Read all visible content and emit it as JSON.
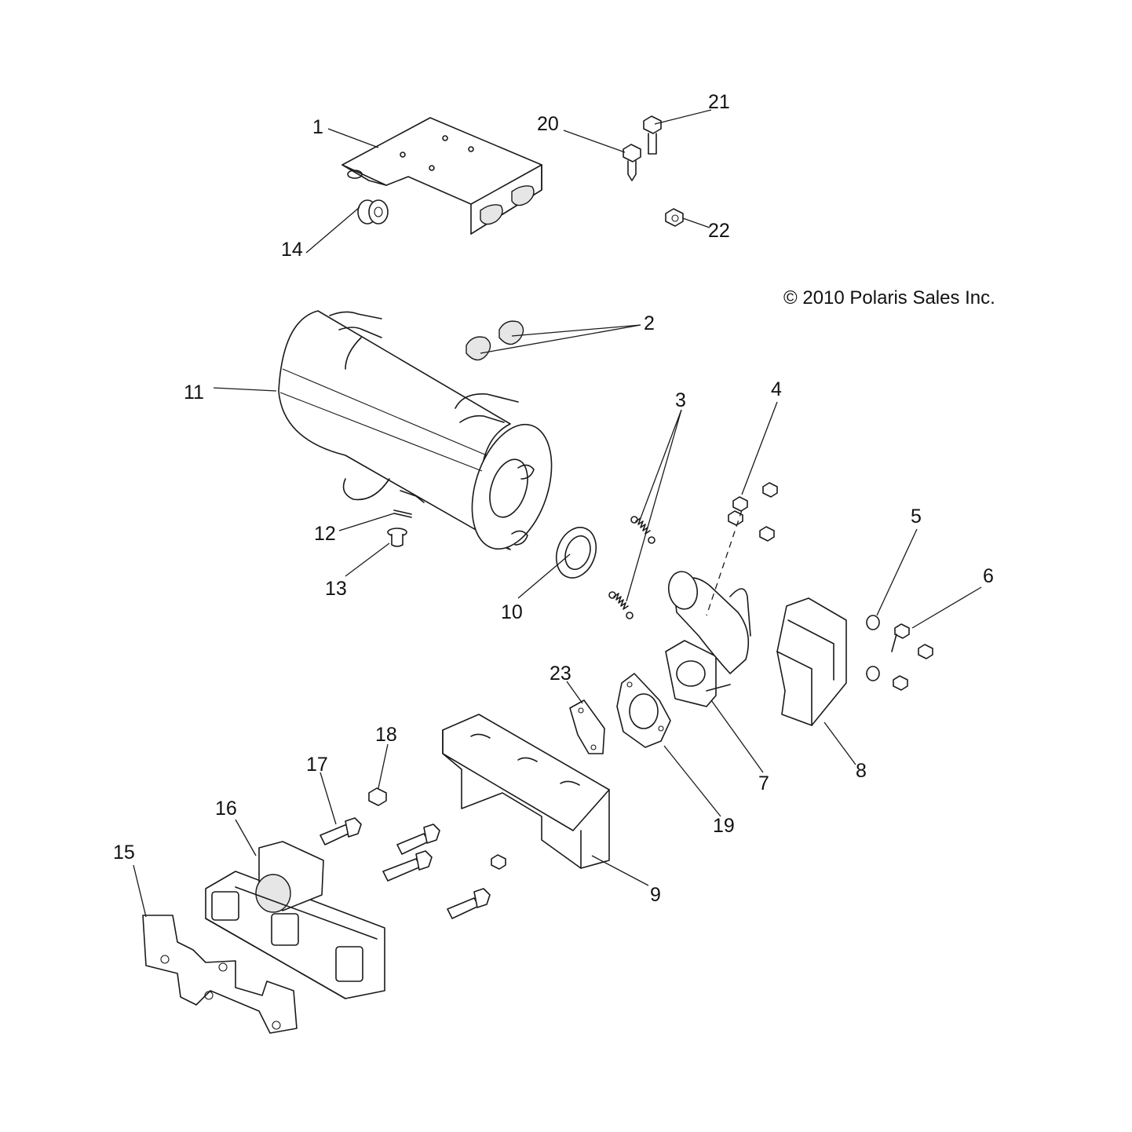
{
  "diagram": {
    "copyright": "© 2010 Polaris Sales Inc.",
    "callouts": [
      {
        "id": "1",
        "label": "1"
      },
      {
        "id": "2",
        "label": "2"
      },
      {
        "id": "3",
        "label": "3"
      },
      {
        "id": "4",
        "label": "4"
      },
      {
        "id": "5",
        "label": "5"
      },
      {
        "id": "6",
        "label": "6"
      },
      {
        "id": "7",
        "label": "7"
      },
      {
        "id": "8",
        "label": "8"
      },
      {
        "id": "9",
        "label": "9"
      },
      {
        "id": "10",
        "label": "10"
      },
      {
        "id": "11",
        "label": "11"
      },
      {
        "id": "12",
        "label": "12"
      },
      {
        "id": "13",
        "label": "13"
      },
      {
        "id": "14",
        "label": "14"
      },
      {
        "id": "15",
        "label": "15"
      },
      {
        "id": "16",
        "label": "16"
      },
      {
        "id": "17",
        "label": "17"
      },
      {
        "id": "18",
        "label": "18"
      },
      {
        "id": "19",
        "label": "19"
      },
      {
        "id": "20",
        "label": "20"
      },
      {
        "id": "21",
        "label": "21"
      },
      {
        "id": "22",
        "label": "22"
      },
      {
        "id": "23",
        "label": "23"
      }
    ]
  }
}
